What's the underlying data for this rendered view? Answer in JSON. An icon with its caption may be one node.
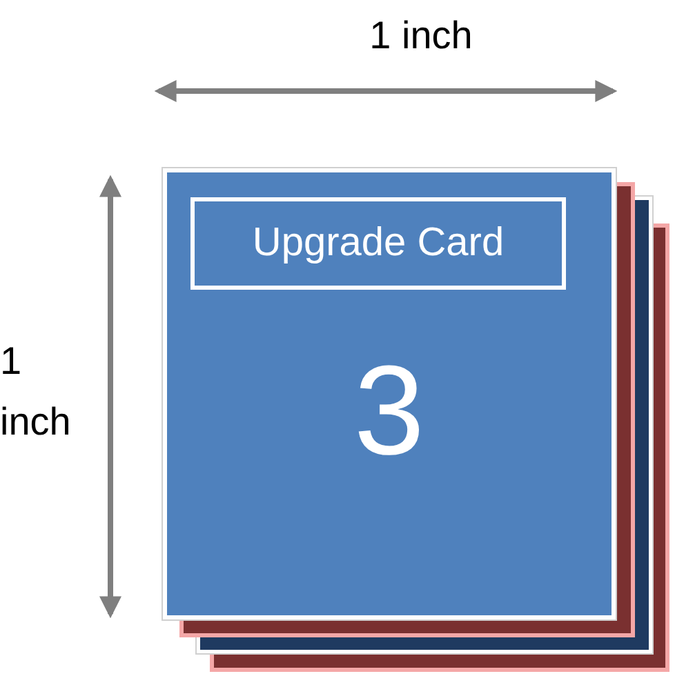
{
  "diagram": {
    "nodes": [
      {
        "text": [
          "3"
        ]
      },
      {
        "text": [
          "Upgrade Card"
        ],
        "in": 0
      }
    ],
    "labels": [
      "1 inch",
      "1 inch"
    ]
  }
}
